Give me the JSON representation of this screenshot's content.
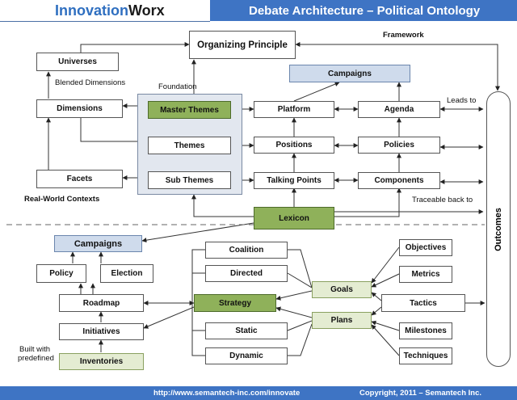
{
  "header": {
    "brand_part1": "Innovation",
    "brand_part2": "Worx",
    "title": "Debate Architecture – Political Ontology"
  },
  "footer": {
    "url": "http://www.semantech-inc.com/innovate",
    "copyright": "Copyright, 2011 – Semantech Inc."
  },
  "labels": {
    "framework": "Framework",
    "blended_dimensions": "Blended Dimensions",
    "foundation": "Foundation",
    "leads_to": "Leads to",
    "real_world_contexts": "Real-World Contexts",
    "traceable_back_to": "Traceable back to",
    "built_with_line1": "Built with",
    "built_with_line2": "predefined",
    "outcomes": "Outcomes"
  },
  "nodes": {
    "organizing_principle": "Organizing Principle",
    "universes": "Universes",
    "dimensions": "Dimensions",
    "facets": "Facets",
    "master_themes": "Master Themes",
    "themes": "Themes",
    "sub_themes": "Sub Themes",
    "campaigns_top": "Campaigns",
    "platform": "Platform",
    "agenda": "Agenda",
    "positions": "Positions",
    "policies": "Policies",
    "talking_points": "Talking Points",
    "components": "Components",
    "lexicon": "Lexicon",
    "campaigns_bottom": "Campaigns",
    "policy": "Policy",
    "election": "Election",
    "roadmap": "Roadmap",
    "initiatives": "Initiatives",
    "inventories": "Inventories",
    "coalition": "Coalition",
    "directed": "Directed",
    "strategy": "Strategy",
    "static": "Static",
    "dynamic": "Dynamic",
    "goals": "Goals",
    "plans": "Plans",
    "objectives": "Objectives",
    "metrics": "Metrics",
    "tactics": "Tactics",
    "milestones": "Milestones",
    "techniques": "Techniques"
  },
  "colors": {
    "header_blue": "#3e74c4",
    "green_node": "#8fb15a",
    "light_green_node": "#e4ecd2",
    "blue_node": "#cfdbec"
  }
}
